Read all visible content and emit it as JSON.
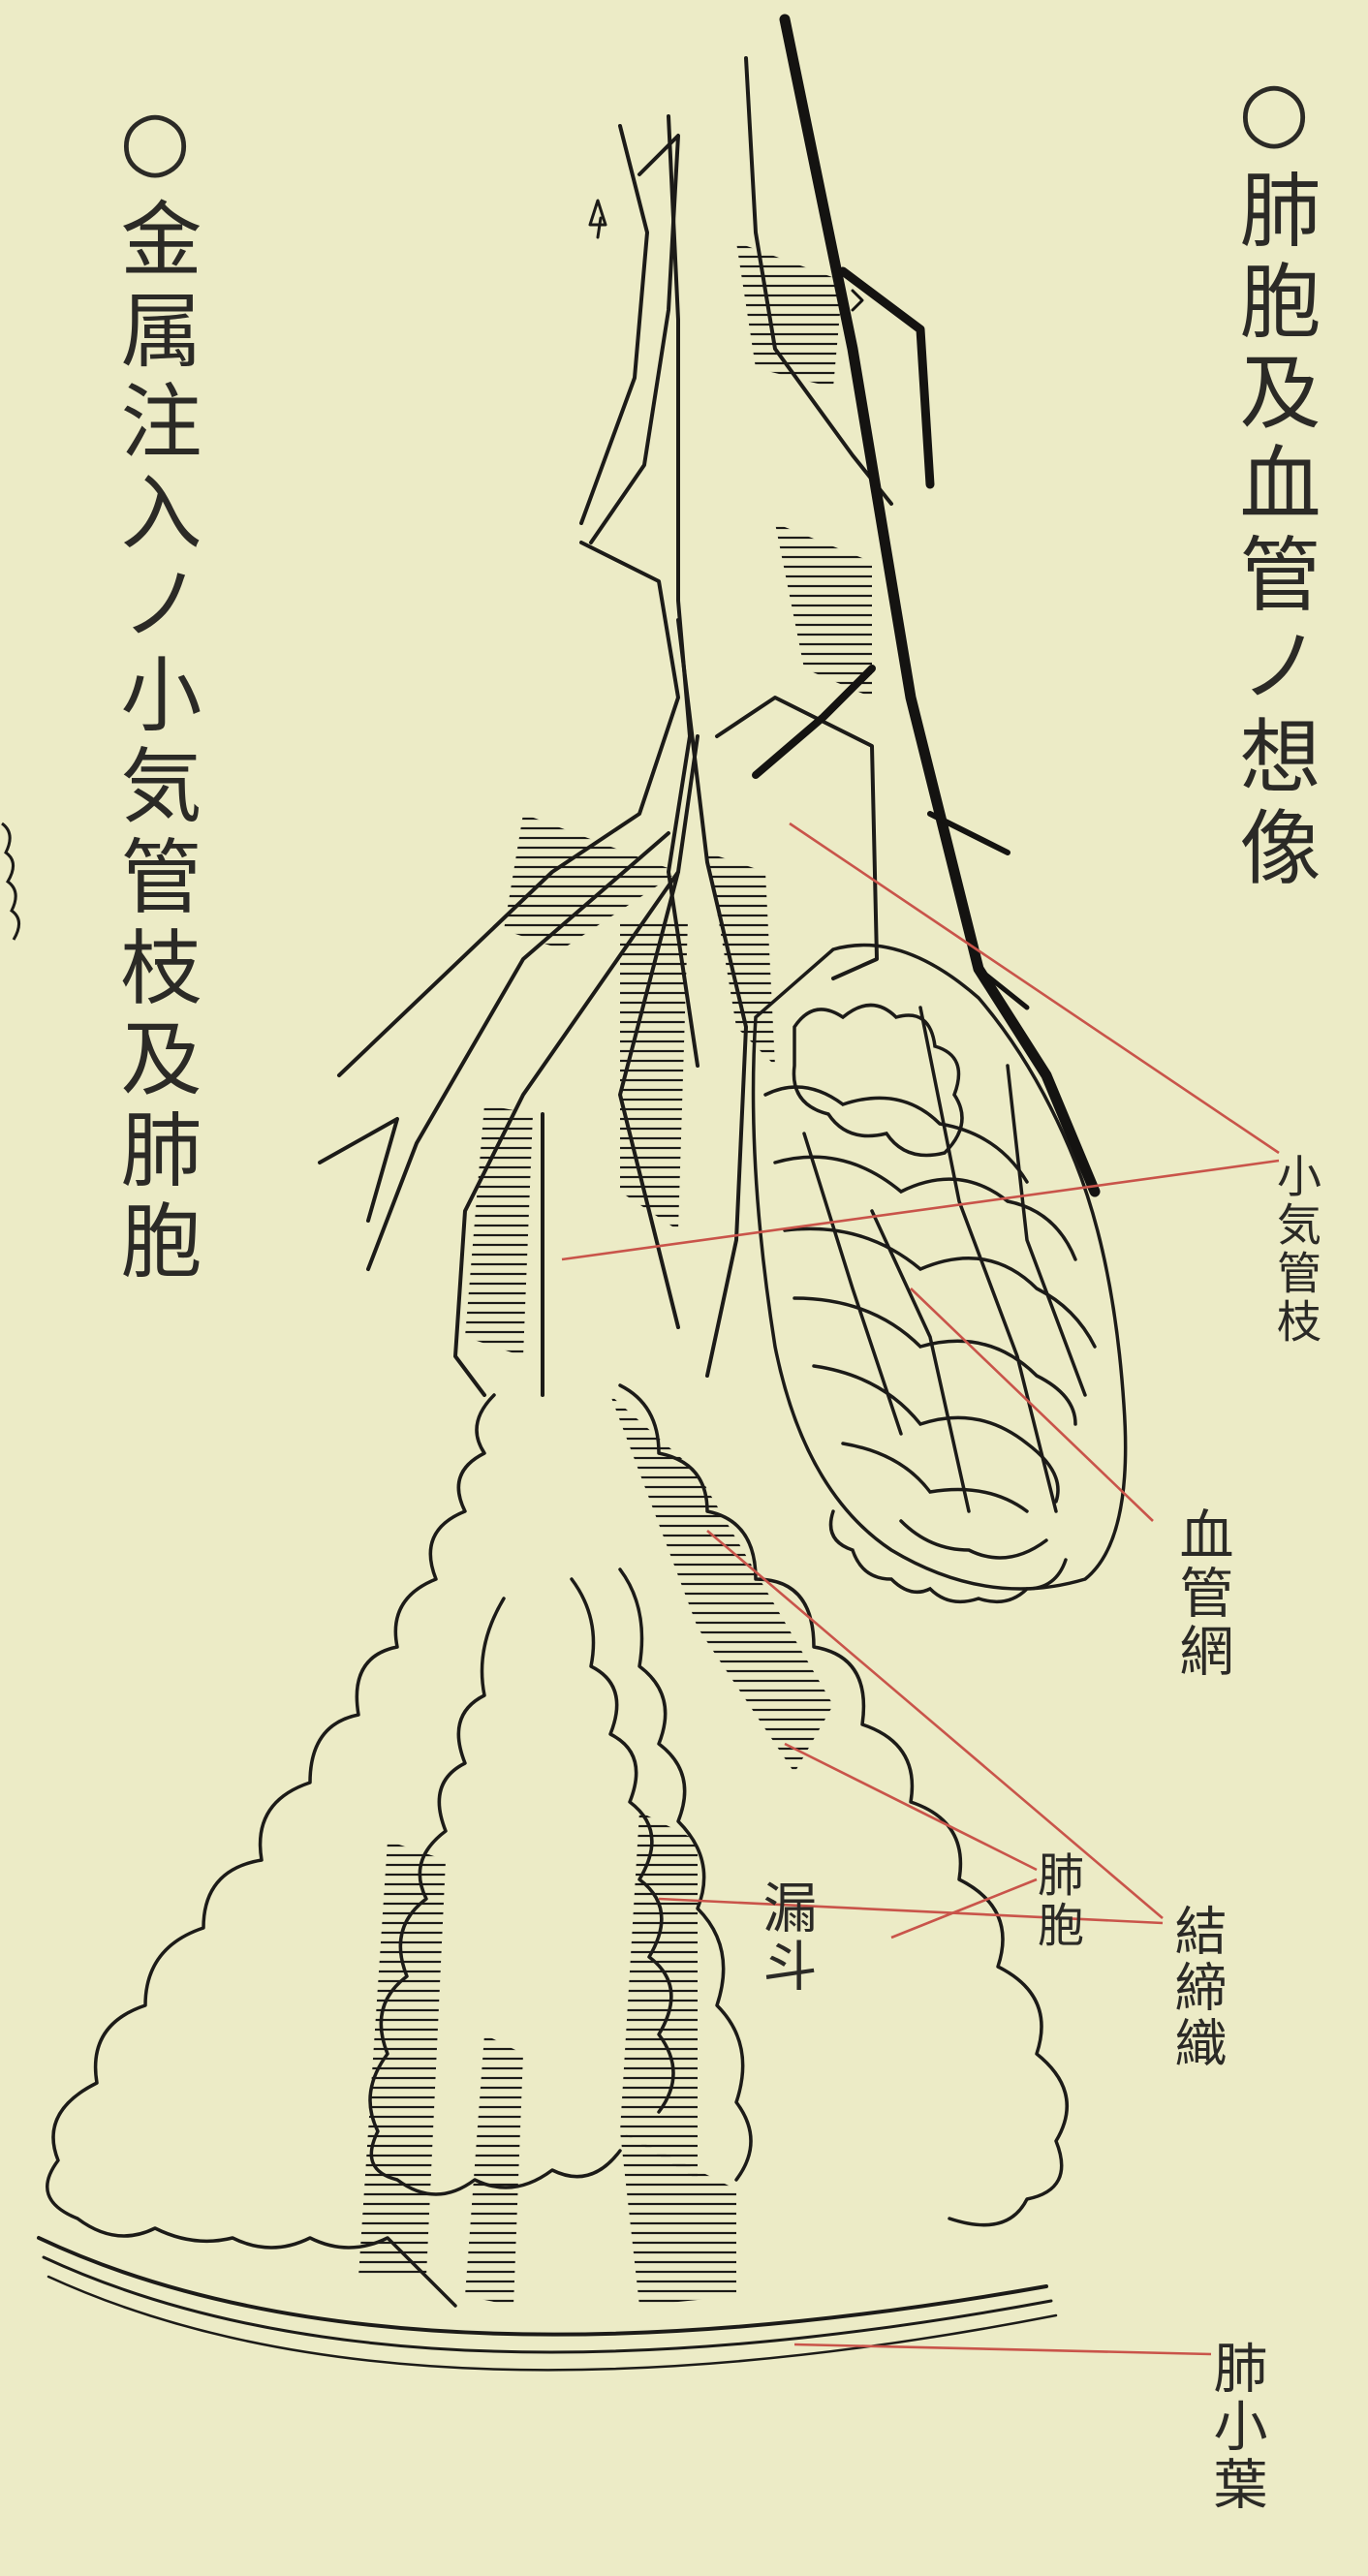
{
  "title_left": "○金属注入ノ小気管枝及肺胞",
  "title_right": "○肺胞及血管ノ想像",
  "labels": {
    "bronchiole": "小気管枝",
    "capillary_net": "血管網",
    "alveolus": "肺胞",
    "connective_tissue": "結締織",
    "lobule": "肺小葉",
    "funnel": "漏斗"
  },
  "colors": {
    "paper": "#ecebc6",
    "ink": "#1c1b18",
    "leader_line": "#c9544a"
  }
}
